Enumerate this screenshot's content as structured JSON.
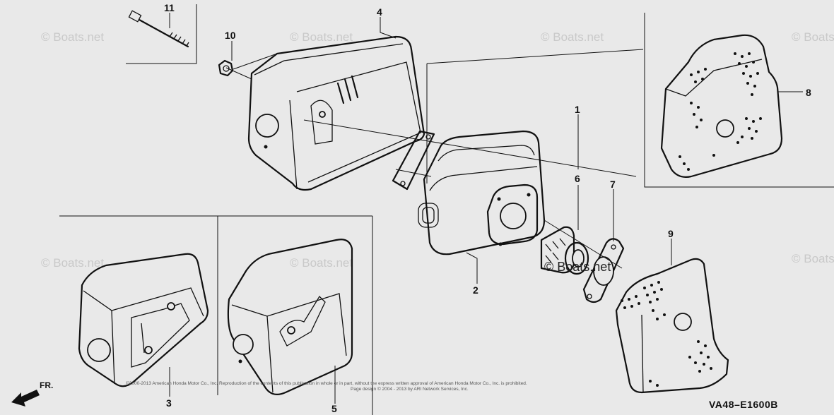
{
  "watermark": "© Boats.net",
  "watermark_center": "© Boats.net",
  "diagram_code": "VA48–E1600B",
  "direction_label": "FR.",
  "copyright_line1": "©2000-2013 American Honda Motor Co., Inc. Reproduction of the contents of this publication in whole or in part, without the express written approval of American Honda Motor Co., Inc. is prohibited.",
  "copyright_line2": "Page design © 2004 - 2013 by ARI Network Services, Inc.",
  "callouts": [
    "1",
    "2",
    "3",
    "4",
    "5",
    "6",
    "7",
    "8",
    "9",
    "10",
    "11"
  ]
}
